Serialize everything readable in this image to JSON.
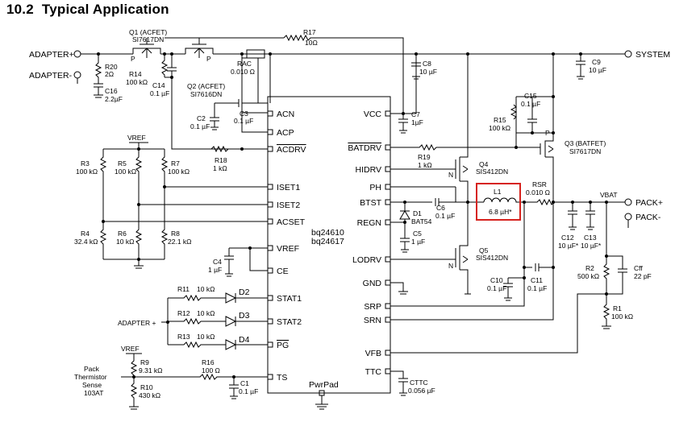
{
  "section": {
    "number": "10.2",
    "title": "Typical Application"
  },
  "ic": {
    "part": [
      "bq24610",
      "bq24617"
    ],
    "pad": "PwrPad",
    "left_pins": [
      "ACN",
      "ACP",
      "ACDRV",
      "ISET1",
      "ISET2",
      "ACSET",
      "VREF",
      "CE",
      "STAT1",
      "STAT2",
      "PG",
      "TS"
    ],
    "right_pins": [
      "VCC",
      "BATDRV",
      "HIDRV",
      "PH",
      "BTST",
      "REGN",
      "LODRV",
      "GND",
      "SRP",
      "SRN",
      "VFB",
      "TTC"
    ]
  },
  "ports": {
    "adapter_pos": "ADAPTER+",
    "adapter_neg": "ADAPTER-",
    "system": "SYSTEM",
    "pack_pos": "PACK+",
    "pack_neg": "PACK-",
    "vbat": "VBAT",
    "adapter_led": "ADAPTER +",
    "vref1": "VREF",
    "vref2": "VREF",
    "thermistor": [
      "Pack",
      "Thermistor",
      "Sense",
      "103AT"
    ]
  },
  "components": {
    "q1": [
      "Q1 (ACFET)",
      "SI7617DN"
    ],
    "q2": [
      "Q2 (ACFET)",
      "SI7616DN"
    ],
    "q3": [
      "Q3 (BATFET)",
      "SI7617DN"
    ],
    "q4": [
      "Q4",
      "SIS412DN"
    ],
    "q5": [
      "Q5",
      "SIS412DN"
    ],
    "r17": [
      "R17",
      "10Ω"
    ],
    "r20": [
      "R20",
      "2Ω"
    ],
    "c16": [
      "C16",
      "2.2µF"
    ],
    "r14": [
      "R14",
      "100 kΩ"
    ],
    "c14": [
      "C14",
      "0.1 µF"
    ],
    "rac": [
      "RAC",
      "0.010 Ω"
    ],
    "c8": [
      "C8",
      "10 µF"
    ],
    "c9": [
      "C9",
      "10 µF"
    ],
    "c3": [
      "C3",
      "0.1 µF"
    ],
    "c2": [
      "C2",
      "0.1 µF"
    ],
    "c7": [
      "C7",
      "1µF"
    ],
    "c15": [
      "C15",
      "0.1 µF"
    ],
    "r15": [
      "R15",
      "100 kΩ"
    ],
    "r18": [
      "R18",
      "1 kΩ"
    ],
    "r19": [
      "R19",
      "1 kΩ"
    ],
    "r3": [
      "R3",
      "100 kΩ"
    ],
    "r5": [
      "R5",
      "100 kΩ"
    ],
    "r7": [
      "R7",
      "100 kΩ"
    ],
    "r4": [
      "R4",
      "32.4 kΩ"
    ],
    "r6": [
      "R6",
      "10 kΩ"
    ],
    "r8": [
      "R8",
      "22.1 kΩ"
    ],
    "c4": [
      "C4",
      "1 µF"
    ],
    "r11": [
      "R11",
      "10 kΩ"
    ],
    "r12": [
      "R12",
      "10 kΩ"
    ],
    "r13": [
      "R13",
      "10 kΩ"
    ],
    "d2": "D2",
    "d3": "D3",
    "d4": "D4",
    "r9": [
      "R9",
      "9.31 kΩ"
    ],
    "r10": [
      "R10",
      "430 kΩ"
    ],
    "r16": [
      "R16",
      "100 Ω"
    ],
    "c1": [
      "C1",
      "0.1 µF"
    ],
    "c6": [
      "C6",
      "0.1 µF"
    ],
    "d1": [
      "D1",
      "BAT54"
    ],
    "c5": [
      "C5",
      "1 µF"
    ],
    "l1": [
      "L1",
      "6.8 µH*"
    ],
    "rsr": [
      "RSR",
      "0.010 Ω"
    ],
    "c10": [
      "C10",
      "0.1 µF"
    ],
    "c11": [
      "C11",
      "0.1 µF"
    ],
    "c12": [
      "C12",
      "10 µF*"
    ],
    "c13": [
      "C13",
      "10 µF*"
    ],
    "r2": [
      "R2",
      "500 kΩ"
    ],
    "r1": [
      "R1",
      "100 kΩ"
    ],
    "cff": [
      "Cff",
      "22 pF"
    ],
    "cttc": [
      "CTTC",
      "0.056 µF"
    ]
  },
  "fet_pins": {
    "p": "P",
    "n": "N"
  },
  "highlight_color": "#d6221d"
}
